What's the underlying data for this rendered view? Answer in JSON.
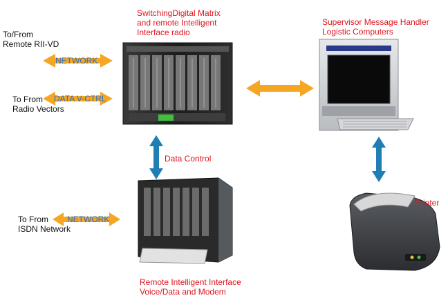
{
  "labels": {
    "matrix_title": [
      "SwitchingDigital Matrix",
      "and remote Intelligent",
      "Interface radio"
    ],
    "supervisor_title": [
      "Supervisor Message Handler",
      "Logistic Computers"
    ],
    "remote_rii": [
      "To/From",
      "Remote RII-VD"
    ],
    "radio_vectors": [
      "To From",
      "Radio Vectors"
    ],
    "isdn": [
      "To From",
      "ISDN Network"
    ],
    "data_control": "Data Control",
    "printer": "Printer",
    "rii_title": [
      "Remote Intelligent Interface",
      "Voice/Data and Modem"
    ]
  },
  "arrows": {
    "network_top": "NETWORK",
    "data_vctrl": "DATA V-CTRL",
    "network_bottom": "NETWORK"
  },
  "colors": {
    "orange_arrow": "#f5a623",
    "blue_arrow": "#1f7fb5",
    "red_text": "#e0141e",
    "arrow_text": "#2a6fc7"
  }
}
